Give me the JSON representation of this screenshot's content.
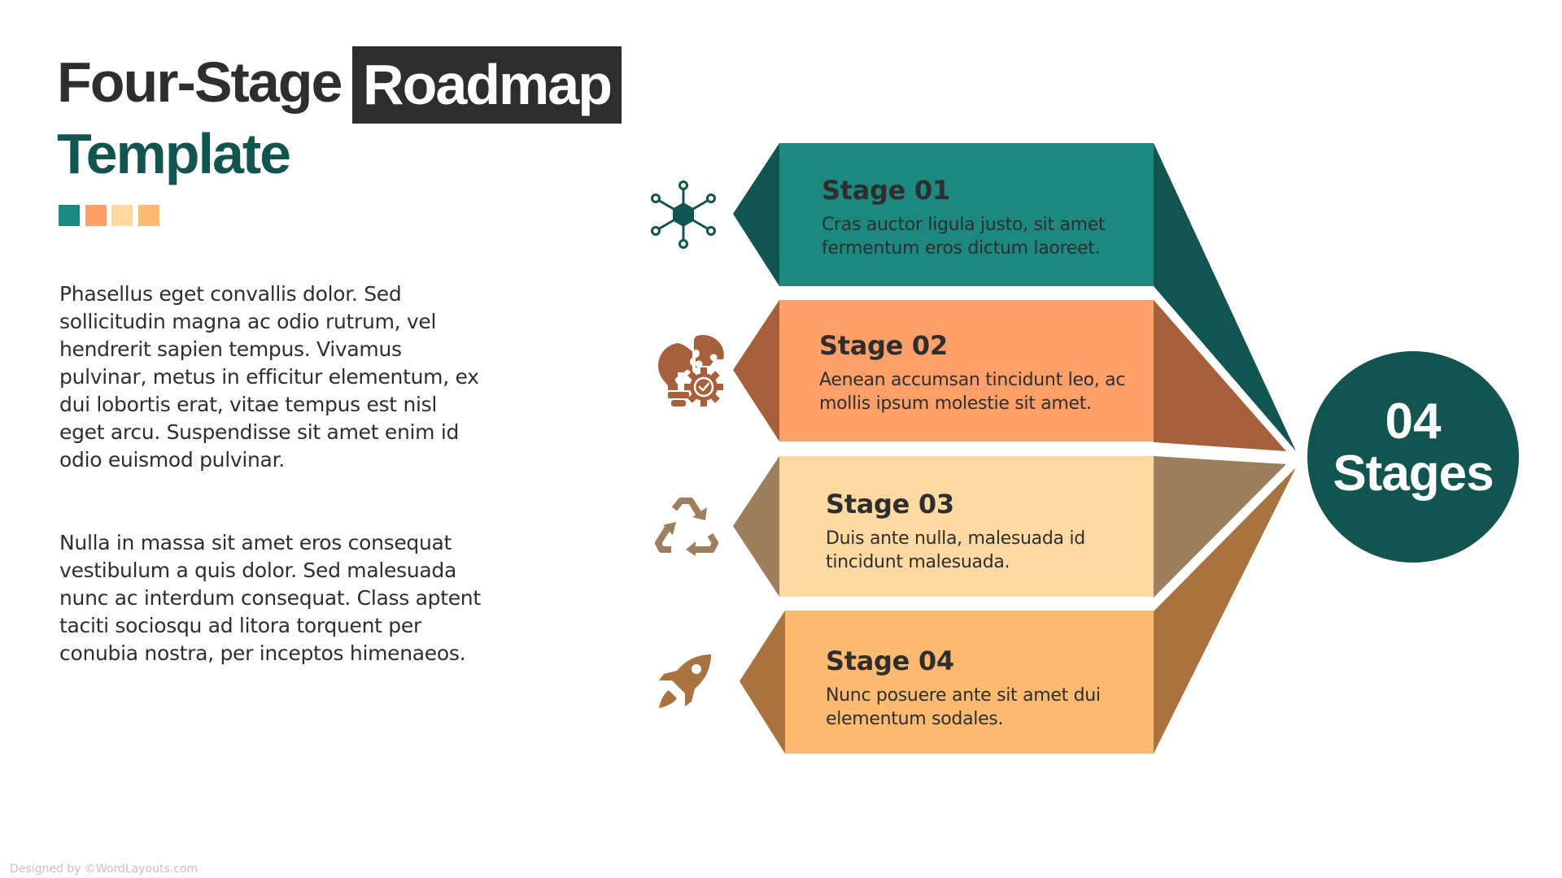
{
  "title": {
    "part1": "Four-Stage",
    "highlight": "Roadmap",
    "line2": "Template"
  },
  "swatches": [
    "#1c8880",
    "#ffa06a",
    "#fed9a2",
    "#fdbb72"
  ],
  "paragraphs": [
    "Phasellus eget convallis dolor. Sed sollicitudin magna ac odio rutrum, vel hendrerit sapien tempus. Vivamus pulvinar, metus in efficitur elementum, ex dui lobortis erat, vitae tempus est nisl eget arcu. Suspendisse sit amet enim id odio euismod pulvinar.",
    "Nulla in massa sit amet eros consequat vestibulum a quis dolor. Sed malesuada nunc ac interdum consequat. Class aptent taciti sociosqu ad litora torquent per conubia nostra, per inceptos himenaeos."
  ],
  "stages": [
    {
      "title": "Stage 01",
      "description": "Cras auctor ligula justo, sit amet fermentum eros dictum laoreet.",
      "icon": "network-hexagon-icon",
      "color": "#1c8880",
      "shade": "#12544f"
    },
    {
      "title": "Stage 02",
      "description": "Aenean accumsan tincidunt leo, ac mollis ipsum molestie sit amet.",
      "icon": "puzzle-bulb-gear-icon",
      "color": "#ffa06a",
      "shade": "#a6603b"
    },
    {
      "title": "Stage 03",
      "description": "Duis ante nulla, malesuada id tincidunt malesuada.",
      "icon": "recycle-icon",
      "color": "#fed9a2",
      "shade": "#9c7f5e"
    },
    {
      "title": "Stage 04",
      "description": "Nunc posuere ante sit amet dui elementum sodales.",
      "icon": "rocket-icon",
      "color": "#fdbb72",
      "shade": "#a8733f"
    }
  ],
  "summary": {
    "number": "04",
    "label": "Stages",
    "color": "#12544f"
  },
  "footer": "Designed by ©WordLayouts.com"
}
